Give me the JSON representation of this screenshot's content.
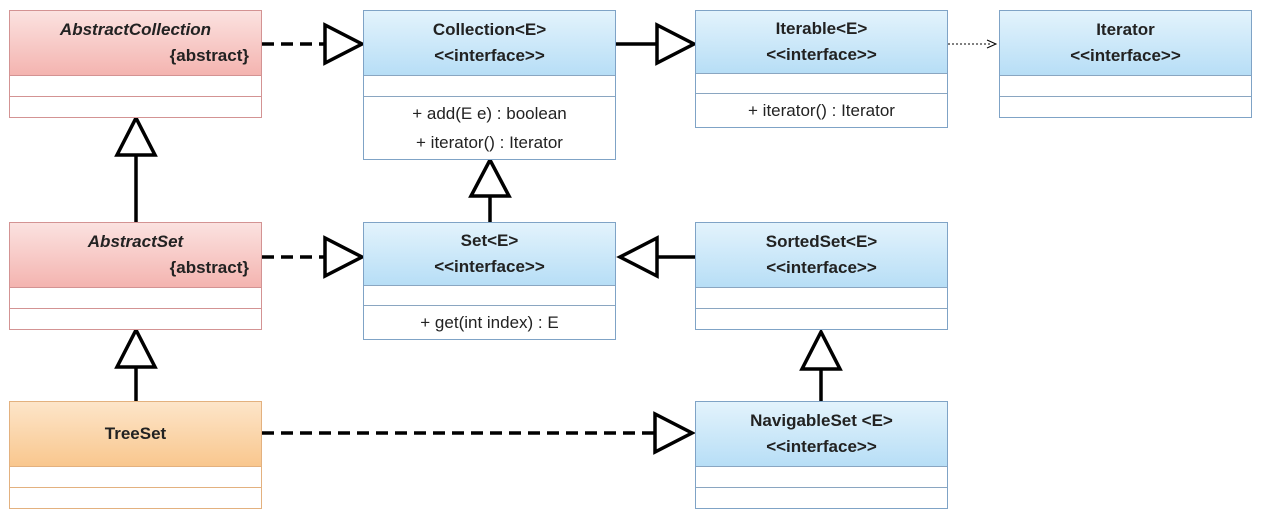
{
  "classes": {
    "abstract_collection": {
      "name": "AbstractCollection",
      "stereotype": "{abstract}"
    },
    "collection": {
      "name": "Collection<E>",
      "stereotype": "<<interface>>",
      "methods": [
        "+ add(E e) : boolean",
        "+ iterator() : Iterator"
      ]
    },
    "iterable": {
      "name": "Iterable<E>",
      "stereotype": "<<interface>>",
      "methods": [
        "+ iterator() : Iterator"
      ]
    },
    "iterator": {
      "name": "Iterator",
      "stereotype": "<<interface>>"
    },
    "abstract_set": {
      "name": "AbstractSet",
      "stereotype": "{abstract}"
    },
    "set": {
      "name": "Set<E>",
      "stereotype": "<<interface>>",
      "methods": [
        "+ get(int index) : E"
      ]
    },
    "sorted_set": {
      "name": "SortedSet<E>",
      "stereotype": "<<interface>>"
    },
    "tree_set": {
      "name": "TreeSet"
    },
    "navigable_set": {
      "name": "NavigableSet <E>",
      "stereotype": "<<interface>>"
    }
  },
  "colors": {
    "interface_fill": "#bfe3f8",
    "abstract_fill": "#f6bdb9",
    "concrete_fill": "#fad0a0",
    "line": "#000000"
  }
}
